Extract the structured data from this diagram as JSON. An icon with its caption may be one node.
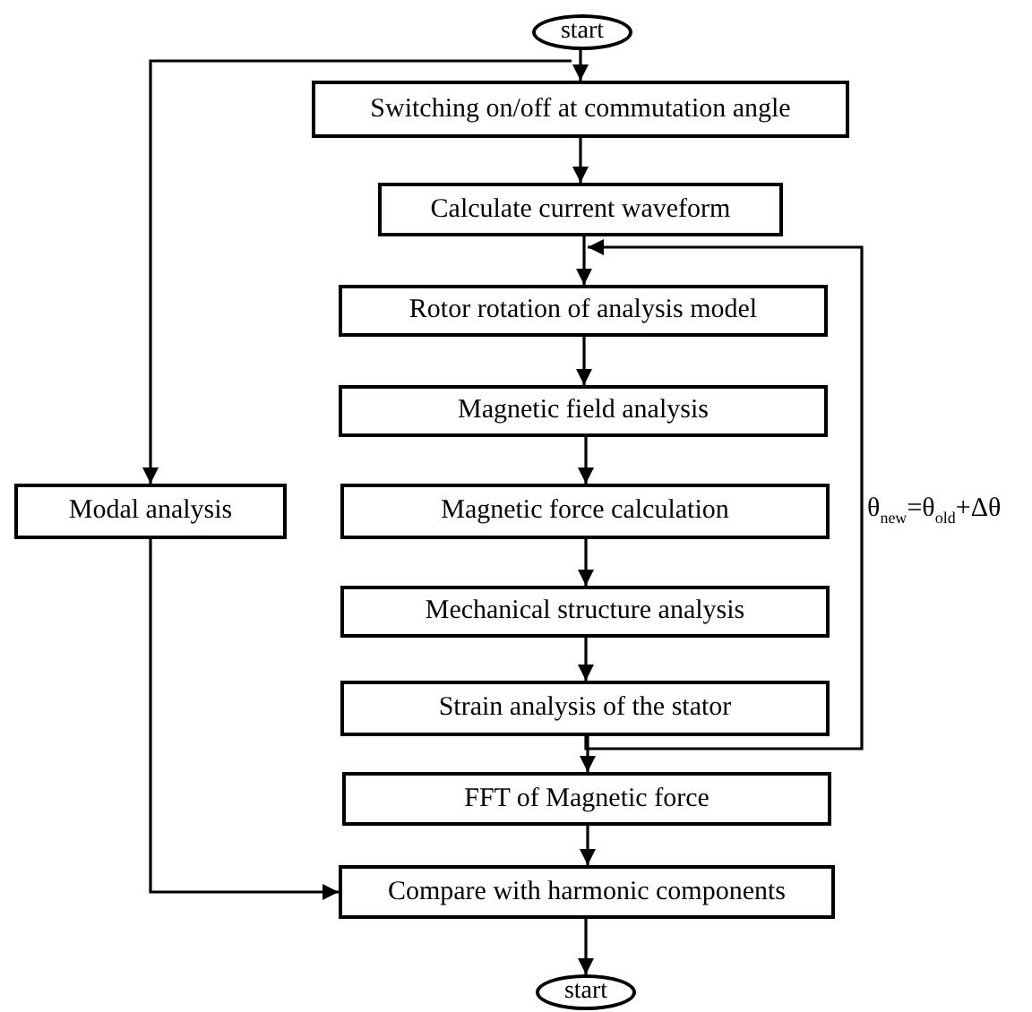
{
  "diagram": {
    "nodes": [
      {
        "text": [
          "start"
        ]
      },
      {
        "text": [
          "Switching on/off at commutation angle"
        ]
      },
      {
        "text": [
          "Calculate current waveform"
        ]
      },
      {
        "text": [
          "Rotor rotation of analysis model"
        ]
      },
      {
        "text": [
          "Magnetic field analysis"
        ]
      },
      {
        "text": [
          "Magnetic force calculation"
        ]
      },
      {
        "text": [
          "Mechanical structure analysis"
        ]
      },
      {
        "text": [
          "Strain analysis of the stator"
        ]
      },
      {
        "text": [
          "FFT of Magnetic force"
        ]
      },
      {
        "text": [
          "Compare with harmonic components"
        ]
      },
      {
        "text": [
          "start"
        ]
      },
      {
        "text": [
          "Modal analysis"
        ]
      }
    ],
    "edges": [
      {
        "from": 0,
        "to": 1,
        "arrow": "to"
      },
      {
        "from": 1,
        "to": 2,
        "arrow": "to"
      },
      {
        "from": 2,
        "to": 3,
        "arrow": "to"
      },
      {
        "from": 3,
        "to": 4,
        "arrow": "to"
      },
      {
        "from": 4,
        "to": 5,
        "arrow": "to"
      },
      {
        "from": 5,
        "to": 6,
        "arrow": "to"
      },
      {
        "from": 6,
        "to": 7,
        "arrow": "to"
      },
      {
        "from": 7,
        "to": 8,
        "arrow": "to"
      },
      {
        "from": 8,
        "to": 9,
        "arrow": "to"
      },
      {
        "from": 9,
        "to": 10,
        "arrow": "to"
      },
      {
        "from": 0,
        "to": 11,
        "arrow": "to"
      },
      {
        "from": 11,
        "to": 9,
        "arrow": "to"
      },
      {
        "from": 7,
        "to": 3,
        "arrow": "to",
        "label": "θ$_{new}$=θ$_{old}$+Δθ"
      }
    ]
  }
}
